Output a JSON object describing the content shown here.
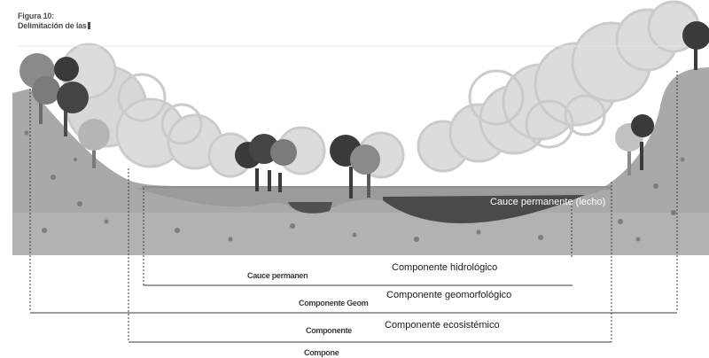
{
  "figure": {
    "label": "Figura 10:",
    "subtitle": "Delimitación de las"
  },
  "labels": {
    "cauce_permanente_lecho": "Cauce permanente (lecho)",
    "hidrologico": "Componente hidrológico",
    "geomorfologico": "Componente geomorfológico",
    "ecosistemico": "Componente ecosistémico"
  },
  "background_labels": {
    "cauce": "Cauce permanen",
    "geom": "Componente Geom",
    "compo1": "Componente",
    "compo2": "Compone"
  },
  "colors": {
    "sky_foliage": "#cfcfcf",
    "ground_light": "#a8a8a8",
    "ground_dark": "#8a8a8a",
    "water": "#4b4b4b",
    "bracket_line": "#3a3a3a"
  }
}
